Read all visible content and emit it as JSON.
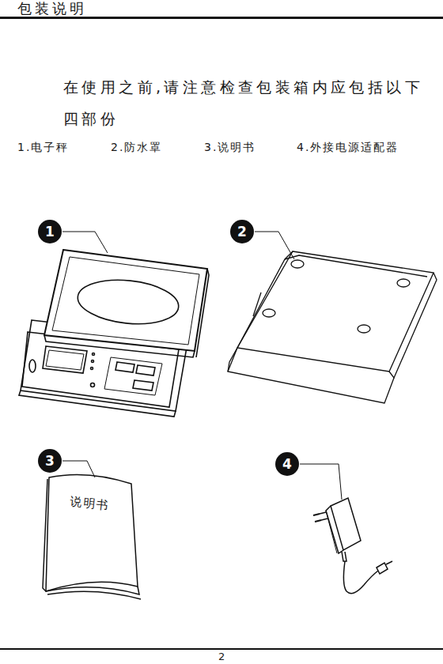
{
  "diagram": {
    "title": "包装说明",
    "nodes": [
      {
        "text": [
          "1"
        ]
      },
      {
        "text": [
          "2"
        ]
      },
      {
        "text": [
          "3"
        ]
      },
      {
        "text": [
          "4"
        ]
      }
    ],
    "labels": [
      "在使用之前,请注意检查包装箱内应包括以下 四部份",
      "1.电子秤",
      "2.防水罩",
      "3.说明书",
      "4.外接电源适配器",
      "说明书",
      "2"
    ]
  }
}
